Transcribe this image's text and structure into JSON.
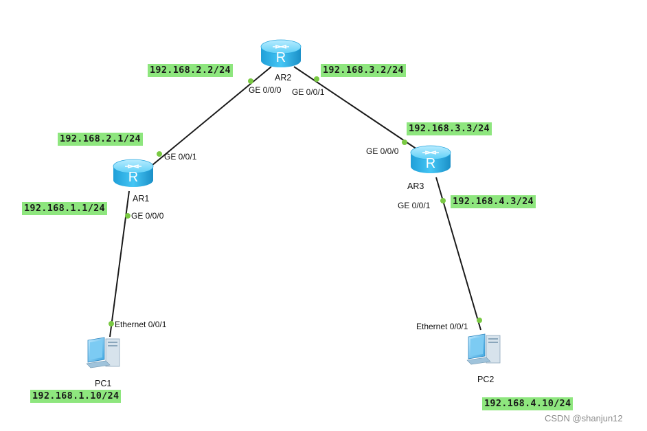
{
  "devices": {
    "ar1": {
      "name": "AR1",
      "icon": "router-icon"
    },
    "ar2": {
      "name": "AR2",
      "icon": "router-icon"
    },
    "ar3": {
      "name": "AR3",
      "icon": "router-icon"
    },
    "pc1": {
      "name": "PC1",
      "icon": "pc-icon"
    },
    "pc2": {
      "name": "PC2",
      "icon": "pc-icon"
    }
  },
  "ports": {
    "ar2_ge000": "GE 0/0/0",
    "ar2_ge001": "GE 0/0/1",
    "ar1_ge001": "GE 0/0/1",
    "ar1_ge000": "GE 0/0/0",
    "ar3_ge000": "GE 0/0/0",
    "ar3_ge001": "GE 0/0/1",
    "pc1_eth": "Ethernet 0/0/1",
    "pc2_eth": "Ethernet 0/0/1"
  },
  "addresses": {
    "ar2_left": "192.168.2.2/24",
    "ar2_right": "192.168.3.2/24",
    "ar1_top": "192.168.2.1/24",
    "ar1_bottom": "192.168.1.1/24",
    "ar3_top": "192.168.3.3/24",
    "ar3_bottom": "192.168.4.3/24",
    "pc1": "192.168.1.10/24",
    "pc2": "192.168.4.10/24"
  },
  "watermark": "CSDN @shanjun12",
  "colors": {
    "router_body": "#37b9ee",
    "label_bg": "#8ee67e",
    "port_dot": "#7ac943",
    "link": "#1a1a1a"
  }
}
